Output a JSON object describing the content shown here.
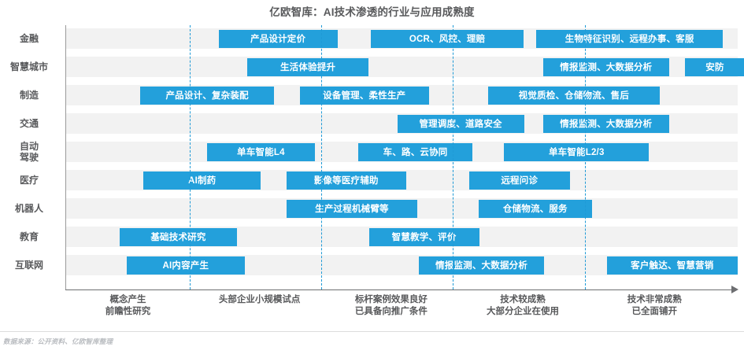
{
  "chart_data": {
    "type": "table",
    "title": "亿欧智库：AI技术渗透的行业与应用成熟度",
    "xlabel": "",
    "ylabel": "",
    "grid": true,
    "legend": "none",
    "source_note": "数据来源：公开资料、亿欧智库整理",
    "accent_color": "#23a0db",
    "band_color": "#f2f2f2",
    "divider_color": "#1f9ad6",
    "x_stages": [
      {
        "id": "stage-1",
        "lines": [
          "概念产生",
          "前瞻性研究"
        ],
        "center_pct": 9.2
      },
      {
        "id": "stage-2",
        "lines": [
          "头部企业小规模试点"
        ],
        "center_pct": 28.8
      },
      {
        "id": "stage-3",
        "lines": [
          "标杆案例效果良好",
          "已具备向推广条件"
        ],
        "center_pct": 48.4
      },
      {
        "id": "stage-4",
        "lines": [
          "技术较成熟",
          "大部分企业在使用"
        ],
        "center_pct": 68.0
      },
      {
        "id": "stage-5",
        "lines": [
          "技术非常成熟",
          "已全面铺开"
        ],
        "center_pct": 87.6
      }
    ],
    "zone_dividers_pct": [
      18.4,
      38.0,
      57.6,
      77.2
    ],
    "categories": [
      "金融",
      "智慧城市",
      "制造",
      "交通",
      "自动驾驶",
      "医疗",
      "机器人",
      "教育",
      "互联网"
    ],
    "rows": [
      {
        "label": "金融",
        "label_lines": [
          "金融"
        ],
        "items": [
          {
            "text": "产品设计定价",
            "start_pct": 22.7,
            "end_pct": 40.4
          },
          {
            "text": "OCR、风控、理赔",
            "start_pct": 45.4,
            "end_pct": 68.1
          },
          {
            "text": "生物特征识别、远程办事、客服",
            "start_pct": 70.0,
            "end_pct": 97.8
          }
        ]
      },
      {
        "label": "智慧城市",
        "label_lines": [
          "智慧城市"
        ],
        "items": [
          {
            "text": "生活体验提升",
            "start_pct": 27.0,
            "end_pct": 45.0
          },
          {
            "text": "情报监测、大数据分析",
            "start_pct": 71.0,
            "end_pct": 89.8
          },
          {
            "text": "安防",
            "start_pct": 92.2,
            "end_pct": 101.0
          }
        ]
      },
      {
        "label": "制造",
        "label_lines": [
          "制造"
        ],
        "items": [
          {
            "text": "产品设计、复杂装配",
            "start_pct": 11.0,
            "end_pct": 31.0
          },
          {
            "text": "设备管理、柔性生产",
            "start_pct": 34.8,
            "end_pct": 54.0
          },
          {
            "text": "视觉质检、仓储物流、售后",
            "start_pct": 62.8,
            "end_pct": 88.4
          }
        ]
      },
      {
        "label": "交通",
        "label_lines": [
          "交通"
        ],
        "items": [
          {
            "text": "管理调度、道路安全",
            "start_pct": 49.3,
            "end_pct": 68.2
          },
          {
            "text": "情报监测、大数据分析",
            "start_pct": 71.0,
            "end_pct": 89.8
          }
        ]
      },
      {
        "label": "自动驾驶",
        "label_lines": [
          "自动",
          "驾驶"
        ],
        "items": [
          {
            "text": "单车智能L4",
            "start_pct": 21.0,
            "end_pct": 37.0
          },
          {
            "text": "车、路、云协同",
            "start_pct": 43.5,
            "end_pct": 60.5
          },
          {
            "text": "单车智能L2/3",
            "start_pct": 65.2,
            "end_pct": 86.8
          }
        ]
      },
      {
        "label": "医疗",
        "label_lines": [
          "医疗"
        ],
        "items": [
          {
            "text": "AI制药",
            "start_pct": 11.5,
            "end_pct": 29.0
          },
          {
            "text": "影像等医疗辅助",
            "start_pct": 32.8,
            "end_pct": 50.6
          },
          {
            "text": "远程问诊",
            "start_pct": 60.0,
            "end_pct": 75.0
          }
        ]
      },
      {
        "label": "机器人",
        "label_lines": [
          "机器人"
        ],
        "items": [
          {
            "text": "生产过程机械臂等",
            "start_pct": 32.8,
            "end_pct": 52.3
          },
          {
            "text": "仓储物流、服务",
            "start_pct": 61.4,
            "end_pct": 78.3
          }
        ]
      },
      {
        "label": "教育",
        "label_lines": [
          "教育"
        ],
        "items": [
          {
            "text": "基础技术研究",
            "start_pct": 8.0,
            "end_pct": 25.4
          },
          {
            "text": "智慧教学、评价",
            "start_pct": 45.1,
            "end_pct": 61.5
          }
        ]
      },
      {
        "label": "互联网",
        "label_lines": [
          "互联网"
        ],
        "items": [
          {
            "text": "AI内容产生",
            "start_pct": 9.0,
            "end_pct": 26.6
          },
          {
            "text": "情报监测、大数据分析",
            "start_pct": 52.5,
            "end_pct": 71.2
          },
          {
            "text": "客户触达、智慧营销",
            "start_pct": 80.5,
            "end_pct": 100.0
          }
        ]
      }
    ]
  }
}
